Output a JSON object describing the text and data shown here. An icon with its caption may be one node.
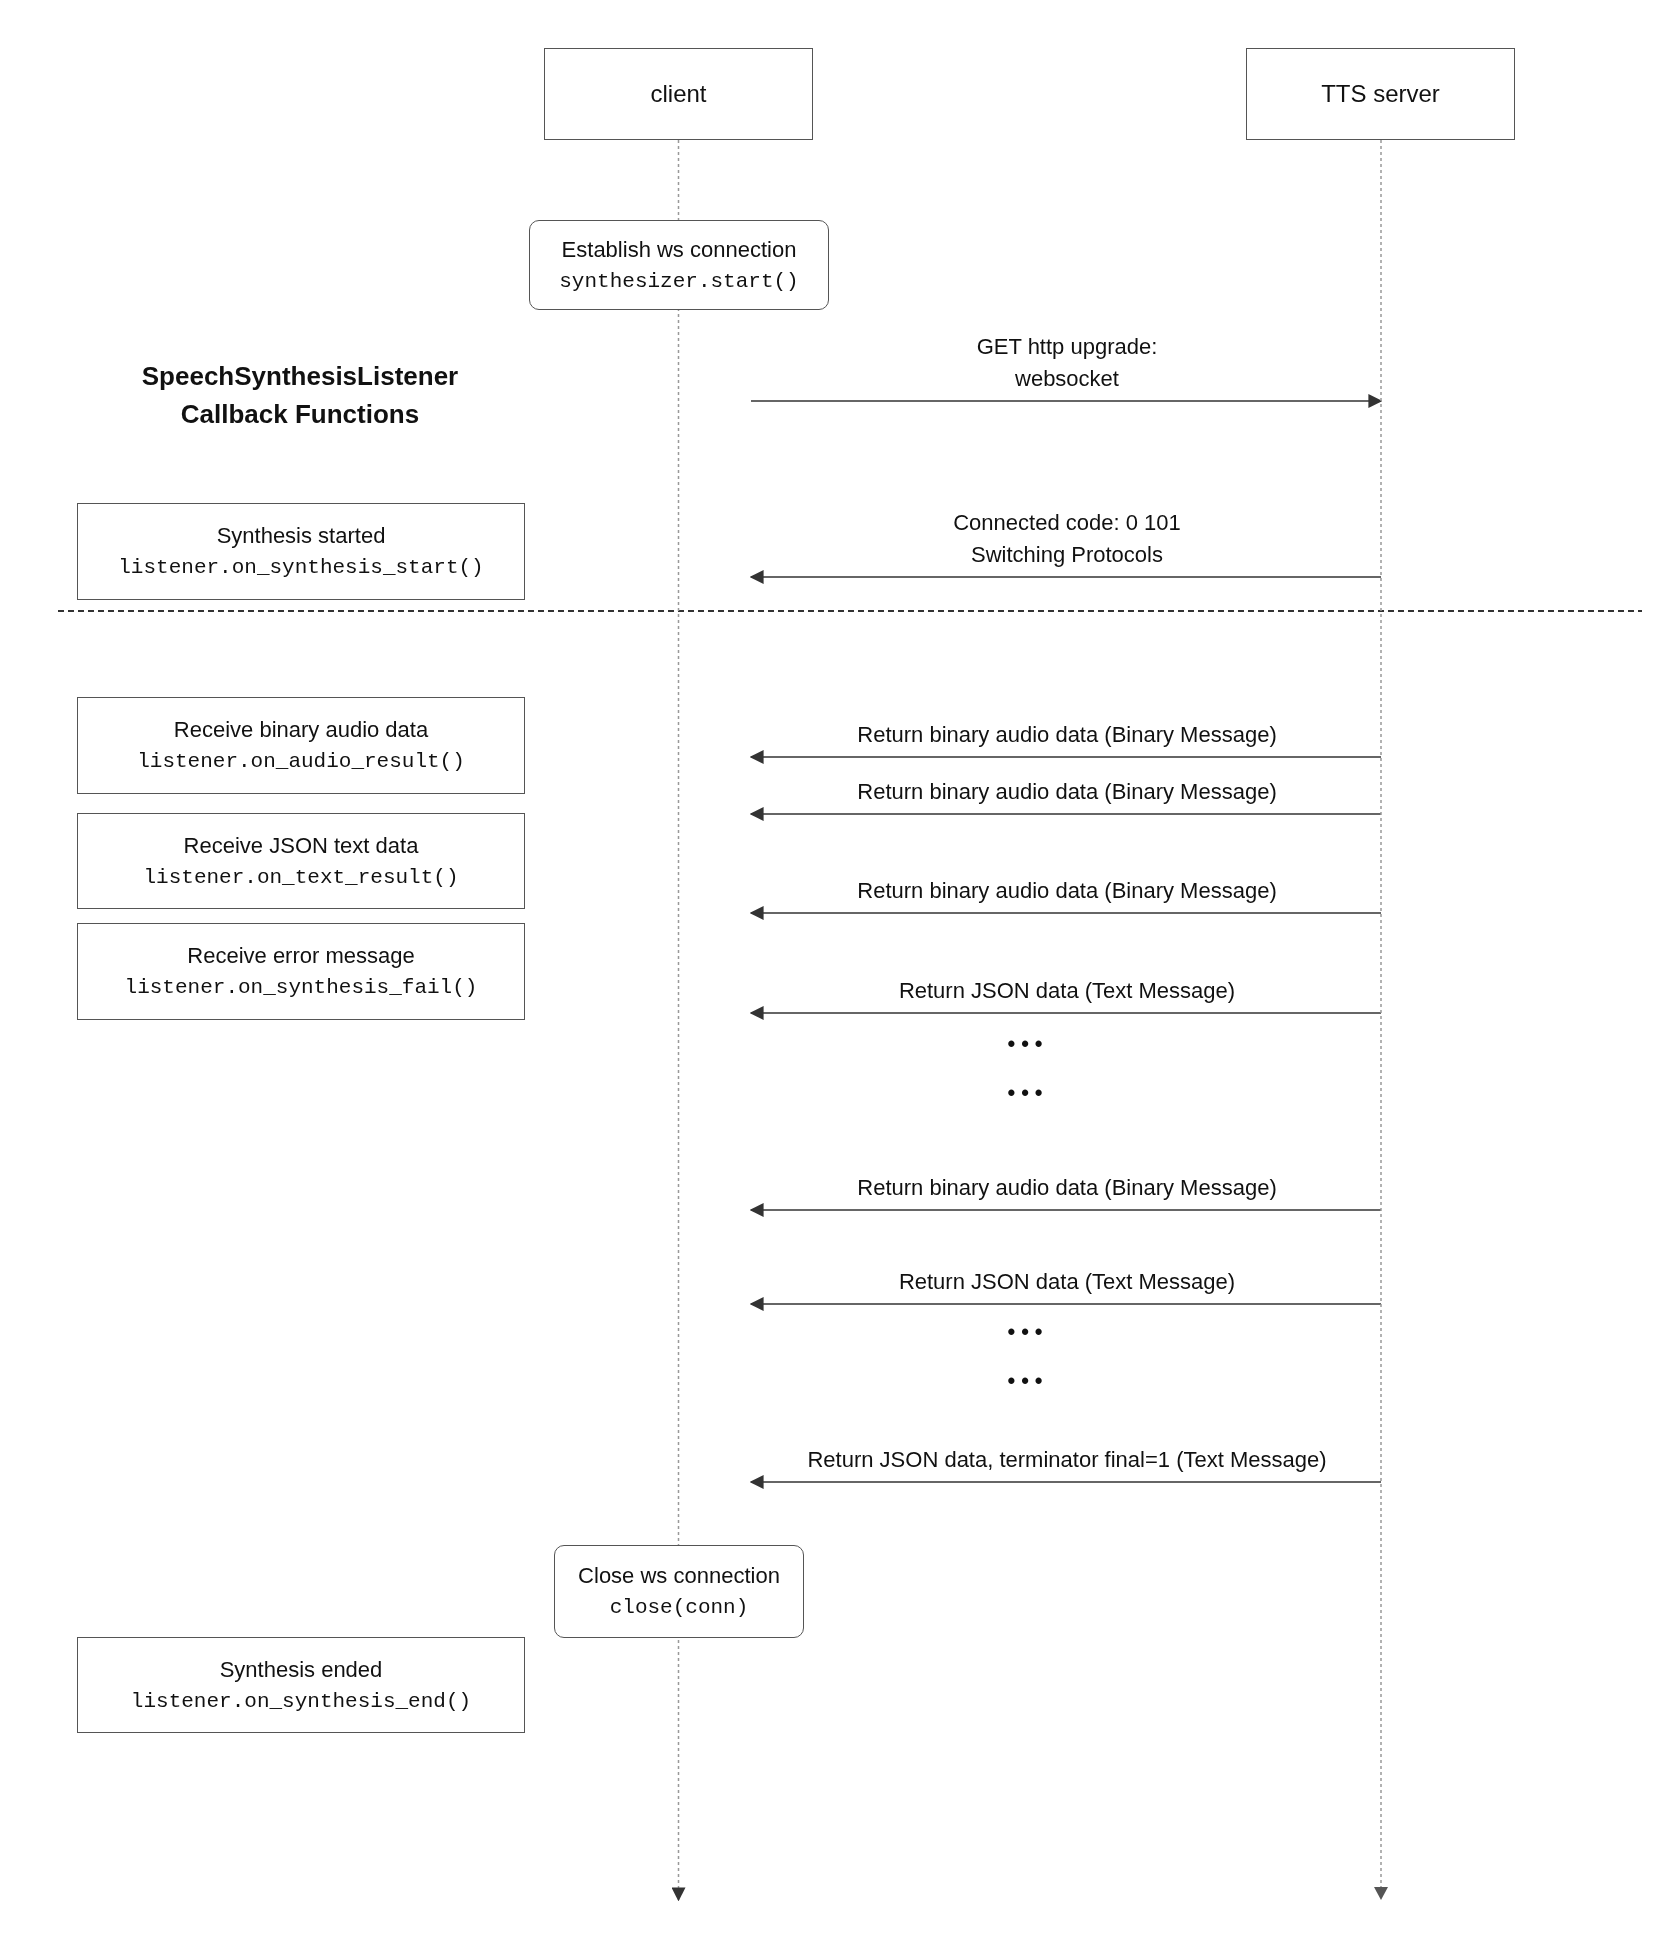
{
  "diagram": {
    "title": "SpeechSynthesisListener Callback Functions",
    "nodes": [
      {
        "text": [
          "client"
        ]
      },
      {
        "text": [
          "TTS server"
        ]
      },
      {
        "text": [
          "Establish ws connection",
          "synthesizer.start()"
        ]
      },
      {
        "text": [
          "Synthesis started",
          "listener.on_synthesis_start()"
        ]
      },
      {
        "text": [
          "Receive binary audio data",
          "listener.on_audio_result()"
        ]
      },
      {
        "text": [
          "Receive JSON text data",
          "listener.on_text_result()"
        ]
      },
      {
        "text": [
          "Receive error message",
          "listener.on_synthesis_fail()"
        ]
      },
      {
        "text": [
          "Close ws connection",
          "close(conn)"
        ]
      },
      {
        "text": [
          "Synthesis ended",
          "listener.on_synthesis_end()"
        ]
      },
      {
        "text": [],
        "shape": "line"
      }
    ],
    "edges": [
      {
        "from": 0,
        "to": null,
        "arrow": "to",
        "style": "dashed",
        "color": "#999999"
      },
      {
        "from": null,
        "to": 9,
        "arrow": "to",
        "label": "GET http upgrade: websocket"
      },
      {
        "from": 9,
        "to": null,
        "arrow": "to",
        "label": "Connected code: 0 101 Switching Protocols"
      },
      {
        "from": 9,
        "to": null,
        "arrow": "to",
        "label": "Return binary audio data (Binary Message)"
      },
      {
        "from": 9,
        "to": null,
        "arrow": "to",
        "label": "Return binary audio data (Binary Message)"
      },
      {
        "from": 9,
        "to": null,
        "arrow": "to",
        "label": "Return binary audio data (Binary Message)"
      },
      {
        "from": 9,
        "to": null,
        "arrow": "to",
        "label": "Return JSON data (Text Message)"
      },
      {
        "from": 9,
        "to": null,
        "arrow": "to",
        "label": "Return binary audio data (Binary Message)"
      },
      {
        "from": 9,
        "to": null,
        "arrow": "to",
        "label": "Return JSON data (Text Message)"
      },
      {
        "from": 9,
        "to": null,
        "arrow": "to",
        "label": "Return JSON data, terminator final=1 (Text Message)"
      }
    ],
    "labels": [
      "•••",
      "•••",
      "•••",
      "•••"
    ]
  }
}
